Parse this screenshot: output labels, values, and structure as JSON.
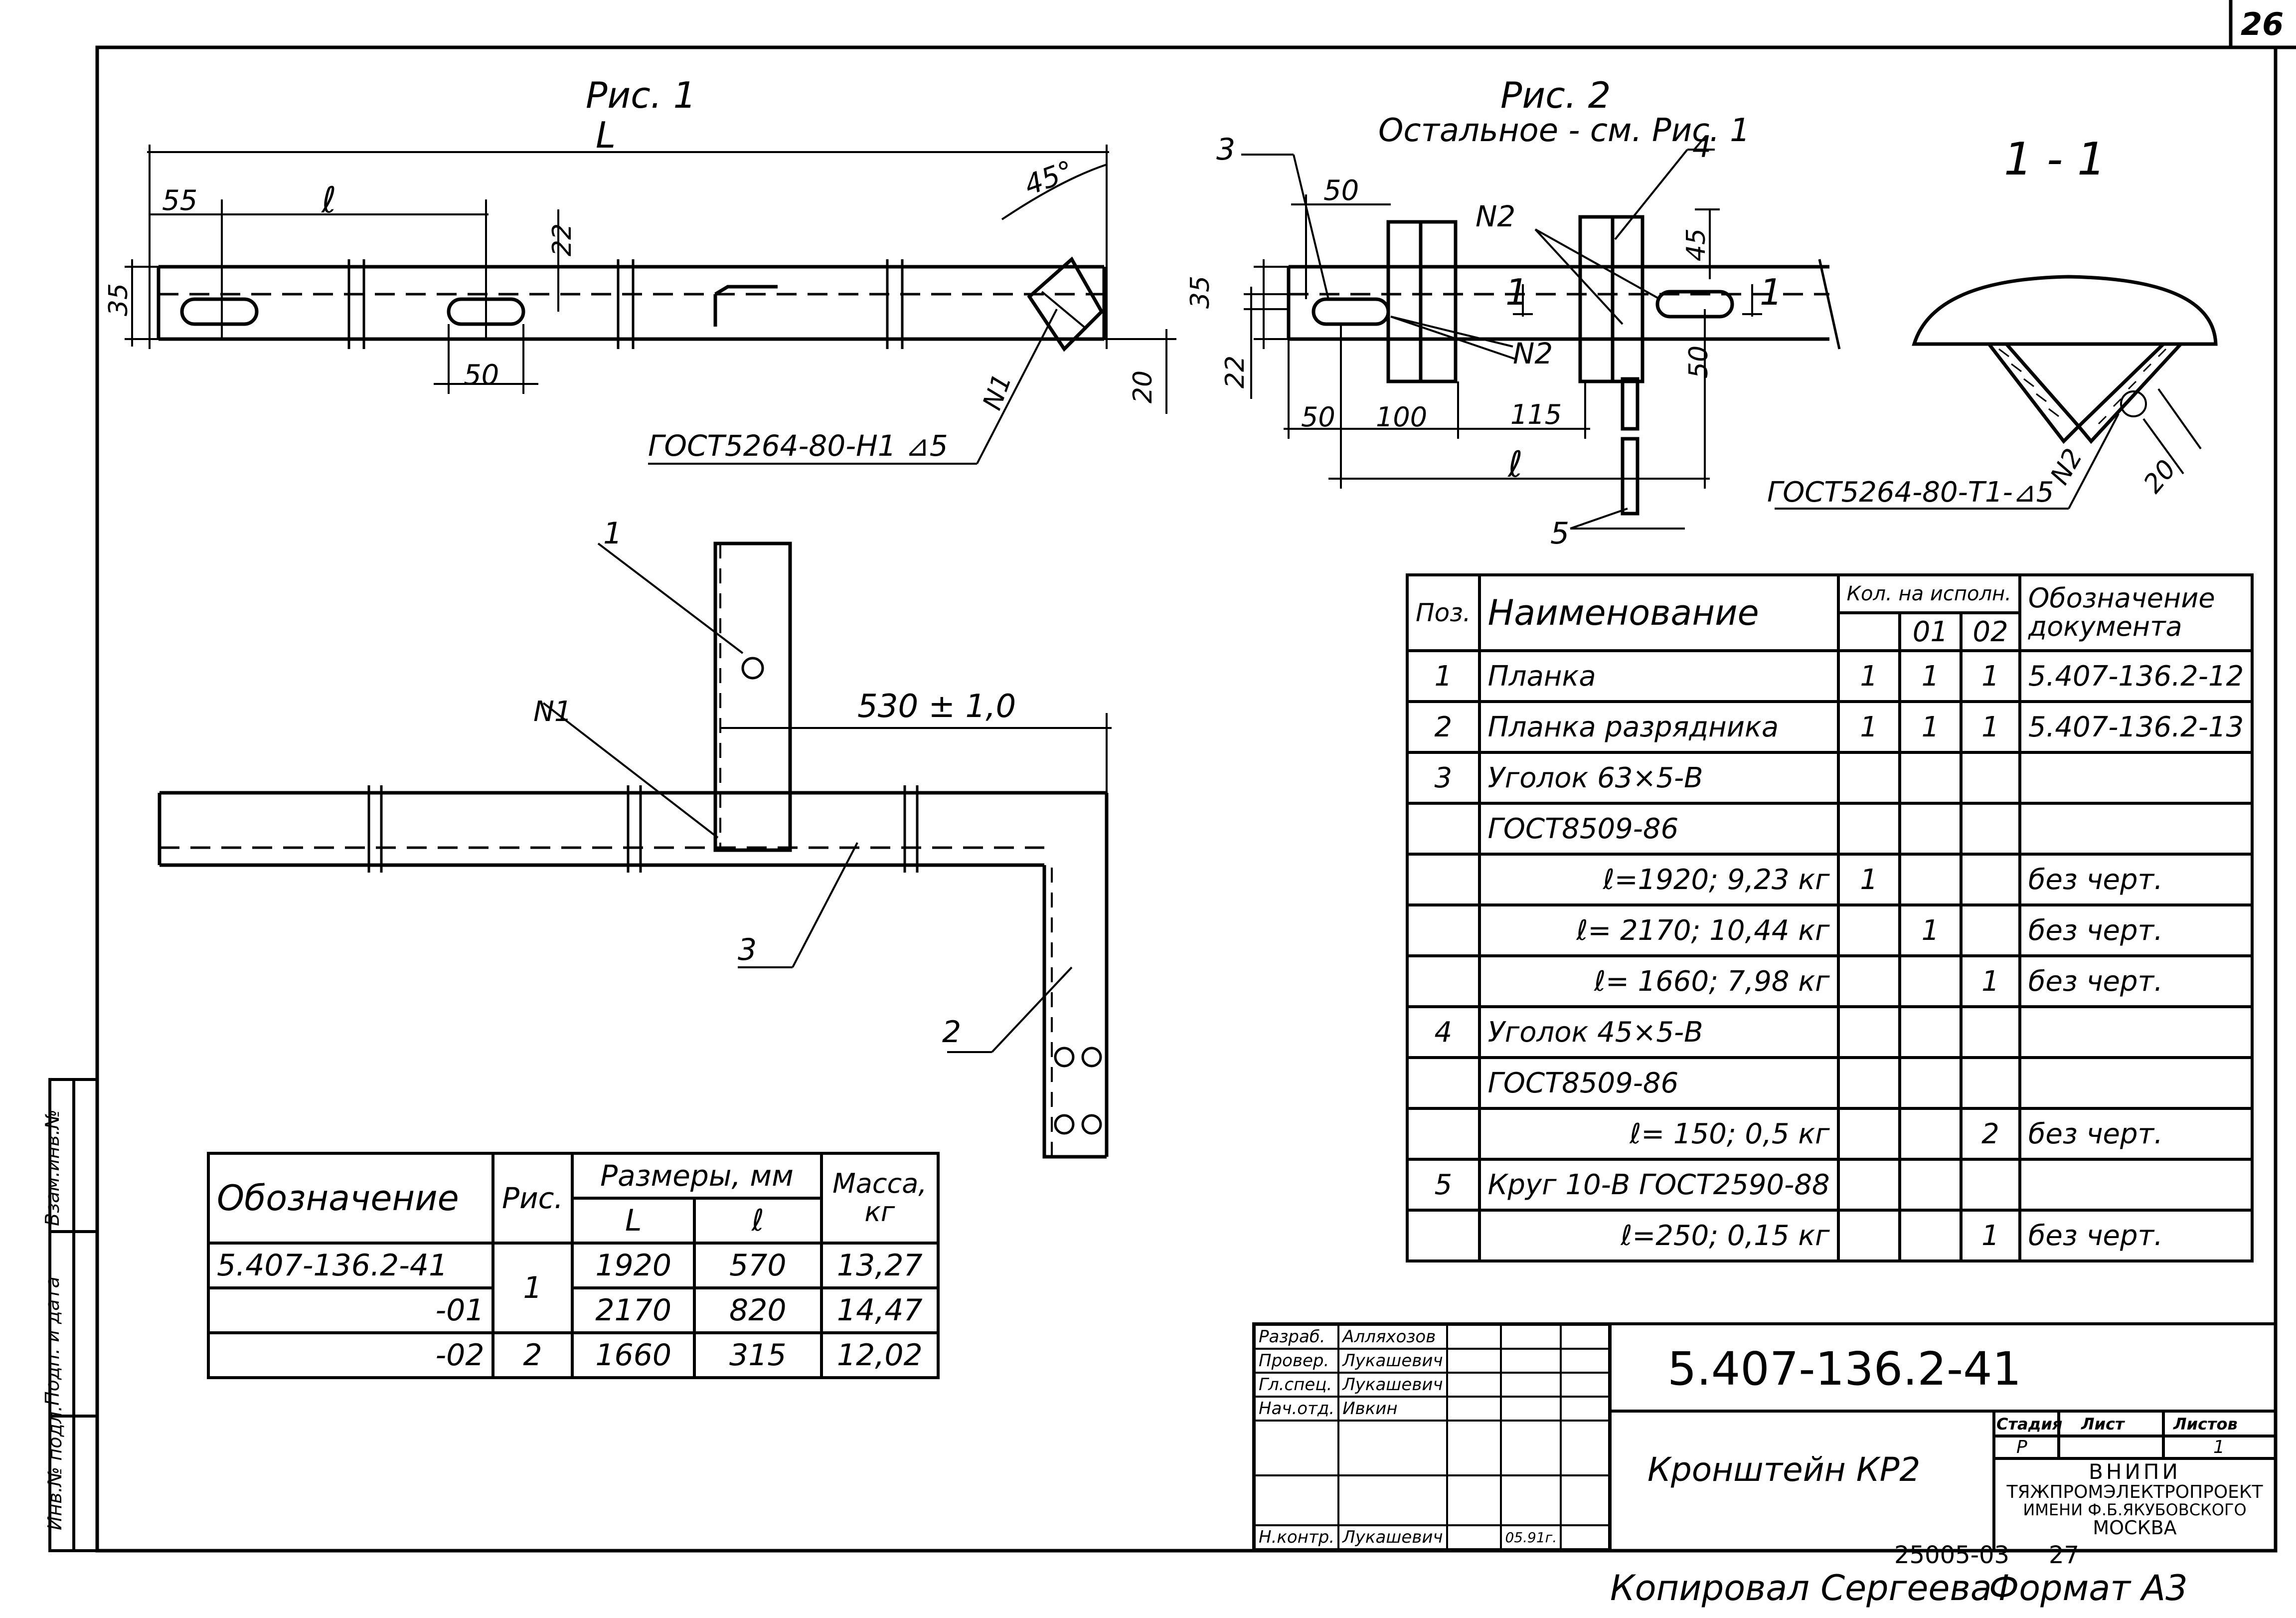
{
  "sheet_no": "26",
  "fig1": {
    "title": "Рис. 1",
    "dims": {
      "L": "L",
      "l": "ℓ",
      "d55": "55",
      "d35": "35",
      "d22": "22",
      "d50": "50",
      "d20": "20",
      "angle": "45°"
    },
    "weld_mark": "N1",
    "weld_note": "ГОСТ5264-80-Н1 ⊿5"
  },
  "fig2": {
    "title": "Рис. 2",
    "subtitle": "Остальное - см. Рис. 1",
    "dims": {
      "d50a": "50",
      "d35": "35",
      "d22": "22",
      "d45": "45",
      "d50b": "50",
      "d50c": "50",
      "d100": "100",
      "d115": "115",
      "l": "ℓ"
    },
    "callouts": {
      "p3": "3",
      "p4": "4",
      "p5": "5"
    },
    "weld_top": "N2",
    "weld_bottom": "N2",
    "cut_left": "1",
    "cut_right": "1"
  },
  "section": {
    "title": "1 - 1",
    "weld_mark": "N2",
    "d20": "20",
    "weld_note": "ГОСТ5264-80-Т1-⊿5"
  },
  "assembly": {
    "dim": "530 ± 1,0",
    "weld_mark": "N1",
    "callouts": {
      "p1": "1",
      "p2": "2",
      "p3": "3"
    }
  },
  "spec_table": {
    "headers": {
      "pos": "Поз.",
      "name": "Наименование",
      "qty": "Кол. на испoлн.",
      "q01": "01",
      "q02": "02",
      "doc": "Обозначение документа"
    },
    "rows": [
      {
        "pos": "1",
        "name": "Планка",
        "q": "1",
        "q01": "1",
        "q02": "1",
        "doc": "5.407-136.2-12"
      },
      {
        "pos": "2",
        "name": "Планка разрядника",
        "q": "1",
        "q01": "1",
        "q02": "1",
        "doc": "5.407-136.2-13"
      },
      {
        "pos": "3",
        "name": "Уголок    63×5-В",
        "q": "",
        "q01": "",
        "q02": "",
        "doc": ""
      },
      {
        "pos": "",
        "name": "ГОСТ8509-86",
        "q": "",
        "q01": "",
        "q02": "",
        "doc": ""
      },
      {
        "pos": "",
        "name": "ℓ=1920; 9,23 кг",
        "q": "1",
        "q01": "",
        "q02": "",
        "doc": "без черт."
      },
      {
        "pos": "",
        "name": "ℓ= 2170; 10,44 кг",
        "q": "",
        "q01": "1",
        "q02": "",
        "doc": "без черт."
      },
      {
        "pos": "",
        "name": "ℓ= 1660; 7,98 кг",
        "q": "",
        "q01": "",
        "q02": "1",
        "doc": "без черт."
      },
      {
        "pos": "4",
        "name": "Уголок    45×5-В",
        "q": "",
        "q01": "",
        "q02": "",
        "doc": ""
      },
      {
        "pos": "",
        "name": "ГОСТ8509-86",
        "q": "",
        "q01": "",
        "q02": "",
        "doc": ""
      },
      {
        "pos": "",
        "name": "ℓ= 150; 0,5 кг",
        "q": "",
        "q01": "",
        "q02": "2",
        "doc": "без черт."
      },
      {
        "pos": "5",
        "name": "Круг 10-В  ГОСТ2590-88",
        "q": "",
        "q01": "",
        "q02": "",
        "doc": ""
      },
      {
        "pos": "",
        "name": "ℓ=250; 0,15 кг",
        "q": "",
        "q01": "",
        "q02": "1",
        "doc": "без черт."
      }
    ]
  },
  "sizes_table": {
    "headers": {
      "des": "Обозначение",
      "fig": "Рис.",
      "dims": "Размеры, мм",
      "L": "L",
      "l": "ℓ",
      "mass": "Масса, кг"
    },
    "rows": [
      {
        "des": "5.407-136.2-41",
        "fig": "1",
        "L": "1920",
        "l": "570",
        "mass": "13,27"
      },
      {
        "des": "-01",
        "fig": "",
        "L": "2170",
        "l": "820",
        "mass": "14,47"
      },
      {
        "des": "-02",
        "fig": "2",
        "L": "1660",
        "l": "315",
        "mass": "12,02"
      }
    ]
  },
  "side_stamp": {
    "inv_sub": "Инв.№ подл.",
    "sign_date": "Подп. и дата",
    "inv_repl": "Взам.инв.№"
  },
  "title_block": {
    "roles": [
      {
        "role": "Разраб.",
        "name": "Алляхозов"
      },
      {
        "role": "Провер.",
        "name": "Лукашевич"
      },
      {
        "role": "Гл.спец.",
        "name": "Лукашевич"
      },
      {
        "role": "Нач.отд.",
        "name": "Ивкин"
      },
      {
        "role": "",
        "name": ""
      },
      {
        "role": "",
        "name": ""
      },
      {
        "role": "Н.контр.",
        "name": "Лукашевич"
      }
    ],
    "date": "05.91г.",
    "doc_number": "5.407-136.2-41",
    "title": "Кронштейн КР2",
    "stage_label": "Стадия",
    "sheet_label": "Лист",
    "sheets_label": "Листов",
    "stage": "Р",
    "sheets": "1",
    "org": [
      "ВНИПИ",
      "ТЯЖПРОМЭЛЕКТРОПРОЕКТ",
      "ИМЕНИ Ф.Б.ЯКУБОВСКОГО",
      "МОСКВА"
    ]
  },
  "footer": {
    "code": "25005-03",
    "page": "27",
    "copied": "Копировал Сергеева",
    "format": "Формат А3"
  }
}
